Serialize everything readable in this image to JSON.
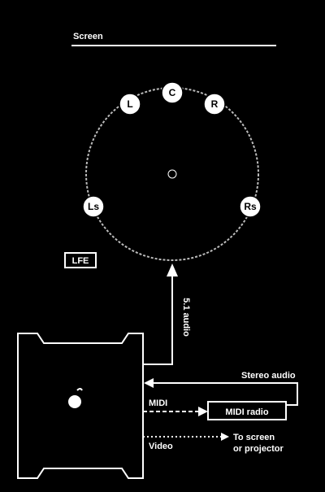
{
  "labels": {
    "screen": "Screen",
    "lfe": "LFE",
    "audio_51": "5.1 audio",
    "stereo_audio": "Stereo audio",
    "midi": "MIDI",
    "midi_radio": "MIDI radio",
    "video": "Video",
    "to_screen_line1": "To screen",
    "to_screen_line2": "or projector"
  },
  "speakers": {
    "left": "L",
    "center": "C",
    "right": "R",
    "left_surround": "Ls",
    "right_surround": "Rs"
  },
  "colors": {
    "background": "#000000",
    "foreground": "#ffffff",
    "circle": "#bbbbbb"
  },
  "icons": {
    "computer": "apple-logo-icon"
  }
}
